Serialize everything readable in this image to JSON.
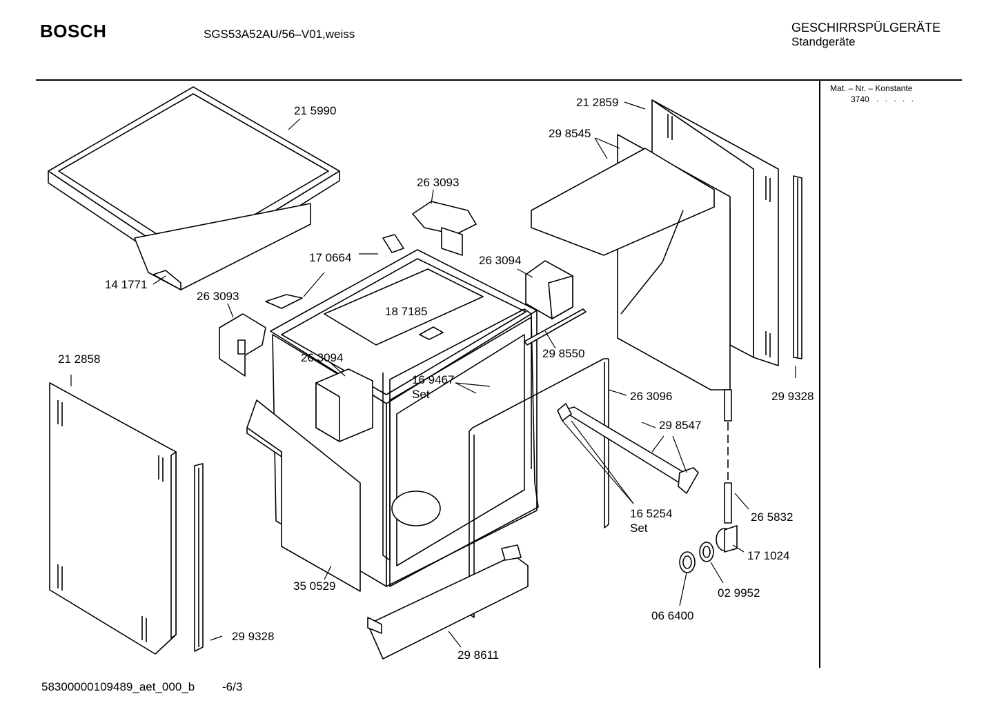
{
  "header": {
    "brand": "BOSCH",
    "model": "SGS53A52AU/56–V01,weiss",
    "category_line1": "GESCHIRRSPÜLGERÄTE",
    "category_line2": "Standgeräte"
  },
  "material_box": {
    "heading": "Mat. – Nr. – Konstante",
    "value": "3740",
    "dots": ". . . . ."
  },
  "footer": {
    "doc_id": "58300000109489_aet_000_b",
    "page": "-6/3"
  },
  "part_labels": {
    "p215990": "21 5990",
    "p141771": "14 1771",
    "p263093_top": "26 3093",
    "p170664": "17 0664",
    "p263094_top": "26 3094",
    "p263093_left": "26 3093",
    "p187185": "18 7185",
    "p212859": "21 2859",
    "p298545": "29 8545",
    "p298550": "29 8550",
    "p263094_mid": "26 3094",
    "p169467": "16 9467",
    "p169467_set": "Set",
    "p263096": "26 3096",
    "p212858": "21 2858",
    "p299328_right": "29 9328",
    "p298547": "29 8547",
    "p165254": "16 5254",
    "p165254_set": "Set",
    "p265832": "26 5832",
    "p171024": "17 1024",
    "p029952": "02 9952",
    "p066400": "06 6400",
    "p350529": "35 0529",
    "p299328_left": "29 9328",
    "p298611": "29 8611"
  }
}
